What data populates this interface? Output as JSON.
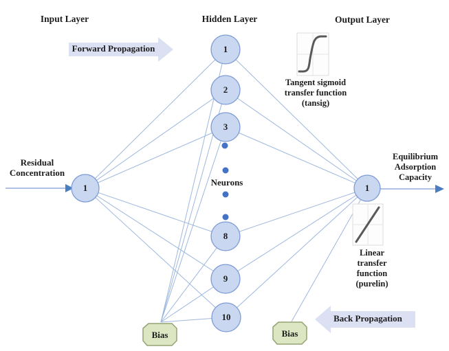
{
  "headings": {
    "input": "Input Layer",
    "hidden": "Hidden Layer",
    "output": "Output Layer"
  },
  "arrows": {
    "forward": "Forward Propagation",
    "back": "Back Propagation"
  },
  "labels": {
    "input_signal": [
      "Residual",
      "Concentration"
    ],
    "output_signal": [
      "Equilibrium",
      "Adsorption",
      "Capacity"
    ],
    "neurons": "Neurons",
    "tansig": [
      "Tangent sigmoid",
      "transfer function",
      "(tansig)"
    ],
    "purelin": [
      "Linear",
      "transfer",
      "function",
      "(purelin)"
    ],
    "bias_hidden": "Bias",
    "bias_output": "Bias"
  },
  "nodes": {
    "input": "1",
    "hidden": [
      "1",
      "2",
      "3",
      "8",
      "9",
      "10"
    ],
    "output": "1"
  },
  "icons": {
    "tansig": "sigmoid-s-curve",
    "purelin": "diagonal-line"
  },
  "colors": {
    "node_fill": "#c9d7f1",
    "node_border": "#7d9bd4",
    "connection_line": "#9db7de",
    "ellipsis_dot": "#4472c4",
    "propagation_arrow_fill": "#dbe0f2",
    "bias_fill": "#dce6c3",
    "bias_border": "#94a272",
    "curve_stroke": "#595959",
    "signal_arrowhead": "#4a7ec0"
  }
}
